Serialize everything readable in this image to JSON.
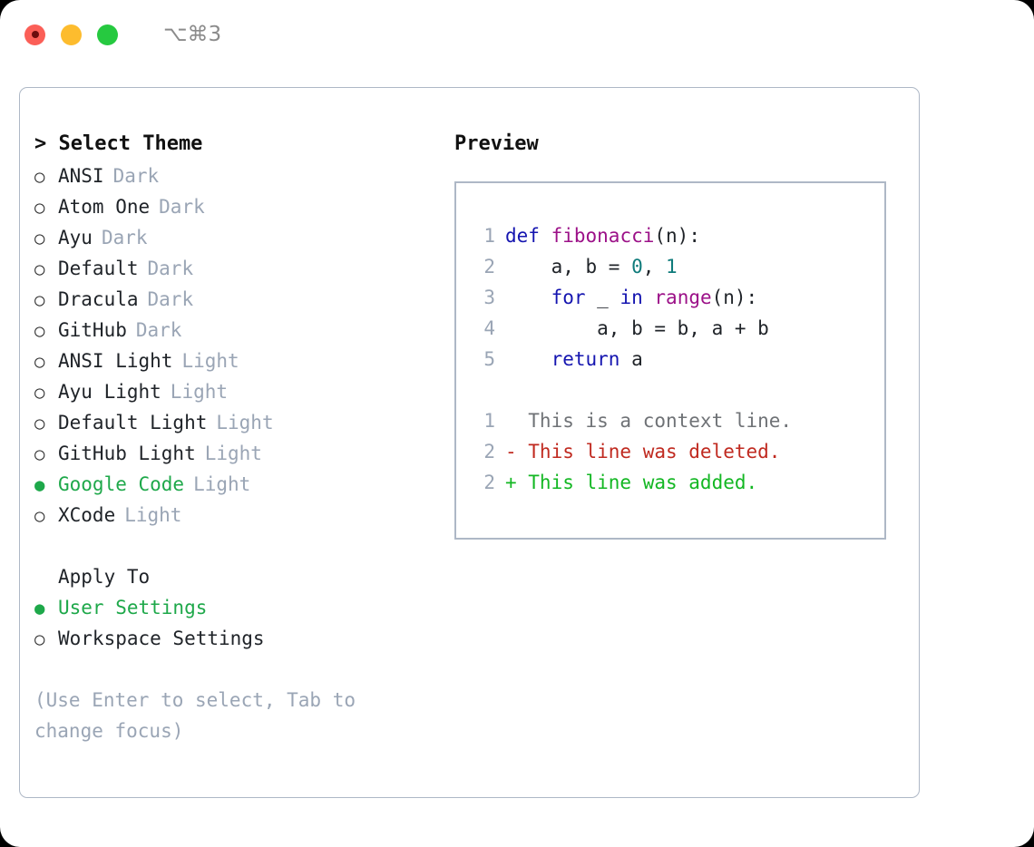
{
  "window": {
    "shortcut_label": "⌥⌘3",
    "traffic_lights": [
      "close",
      "minimize",
      "maximize"
    ]
  },
  "theme_panel": {
    "header": "> Select Theme",
    "items": [
      {
        "bullet": "○",
        "name": "ANSI",
        "kind": "Dark",
        "selected": false
      },
      {
        "bullet": "○",
        "name": "Atom One",
        "kind": "Dark",
        "selected": false
      },
      {
        "bullet": "○",
        "name": "Ayu",
        "kind": "Dark",
        "selected": false
      },
      {
        "bullet": "○",
        "name": "Default",
        "kind": "Dark",
        "selected": false
      },
      {
        "bullet": "○",
        "name": "Dracula",
        "kind": "Dark",
        "selected": false
      },
      {
        "bullet": "○",
        "name": "GitHub",
        "kind": "Dark",
        "selected": false
      },
      {
        "bullet": "○",
        "name": "ANSI Light",
        "kind": "Light",
        "selected": false
      },
      {
        "bullet": "○",
        "name": "Ayu Light",
        "kind": "Light",
        "selected": false
      },
      {
        "bullet": "○",
        "name": "Default Light",
        "kind": "Light",
        "selected": false
      },
      {
        "bullet": "○",
        "name": "GitHub Light",
        "kind": "Light",
        "selected": false
      },
      {
        "bullet": "●",
        "name": "Google Code",
        "kind": "Light",
        "selected": true
      },
      {
        "bullet": "○",
        "name": "XCode",
        "kind": "Light",
        "selected": false
      }
    ]
  },
  "apply_to": {
    "label": "Apply To",
    "options": [
      {
        "bullet": "●",
        "name": "User Settings",
        "selected": true
      },
      {
        "bullet": "○",
        "name": "Workspace Settings",
        "selected": false
      }
    ]
  },
  "hint": "(Use Enter to select, Tab to change focus)",
  "preview": {
    "header": "Preview",
    "code_lines": [
      {
        "gutter": "1",
        "tokens": [
          {
            "t": "def",
            "c": "tok-kw"
          },
          {
            "t": " ",
            "c": "tok-plain"
          },
          {
            "t": "fibonacci",
            "c": "tok-fn"
          },
          {
            "t": "(n):",
            "c": "tok-punct"
          }
        ]
      },
      {
        "gutter": "2",
        "tokens": [
          {
            "t": "    a, b = ",
            "c": "tok-plain"
          },
          {
            "t": "0",
            "c": "tok-num"
          },
          {
            "t": ", ",
            "c": "tok-plain"
          },
          {
            "t": "1",
            "c": "tok-num"
          }
        ]
      },
      {
        "gutter": "3",
        "tokens": [
          {
            "t": "    ",
            "c": "tok-plain"
          },
          {
            "t": "for",
            "c": "tok-kw"
          },
          {
            "t": " _ ",
            "c": "tok-plain"
          },
          {
            "t": "in",
            "c": "tok-kw"
          },
          {
            "t": " ",
            "c": "tok-plain"
          },
          {
            "t": "range",
            "c": "tok-fn"
          },
          {
            "t": "(n):",
            "c": "tok-punct"
          }
        ]
      },
      {
        "gutter": "4",
        "tokens": [
          {
            "t": "        a, b = b, a + b",
            "c": "tok-plain"
          }
        ]
      },
      {
        "gutter": "5",
        "tokens": [
          {
            "t": "    ",
            "c": "tok-plain"
          },
          {
            "t": "return",
            "c": "tok-kw"
          },
          {
            "t": " a",
            "c": "tok-plain"
          }
        ]
      }
    ],
    "diff_lines": [
      {
        "gutter": "1",
        "text": "  This is a context line.",
        "kind": "diff-context"
      },
      {
        "gutter": "2",
        "text": "- This line was deleted.",
        "kind": "diff-del"
      },
      {
        "gutter": "2",
        "text": "+ This line was added.",
        "kind": "diff-add"
      }
    ]
  },
  "colors": {
    "accent_green": "#1ea84a",
    "border": "#aeb8c6",
    "muted_text": "#9aa5b5",
    "keyword": "#1515b0",
    "function": "#9c1188",
    "number": "#0f7b7b",
    "diff_added": "#13b723",
    "diff_deleted": "#c02a20",
    "traffic_close": "#fb5f57",
    "traffic_min": "#fdbc2e",
    "traffic_max": "#26c940"
  }
}
